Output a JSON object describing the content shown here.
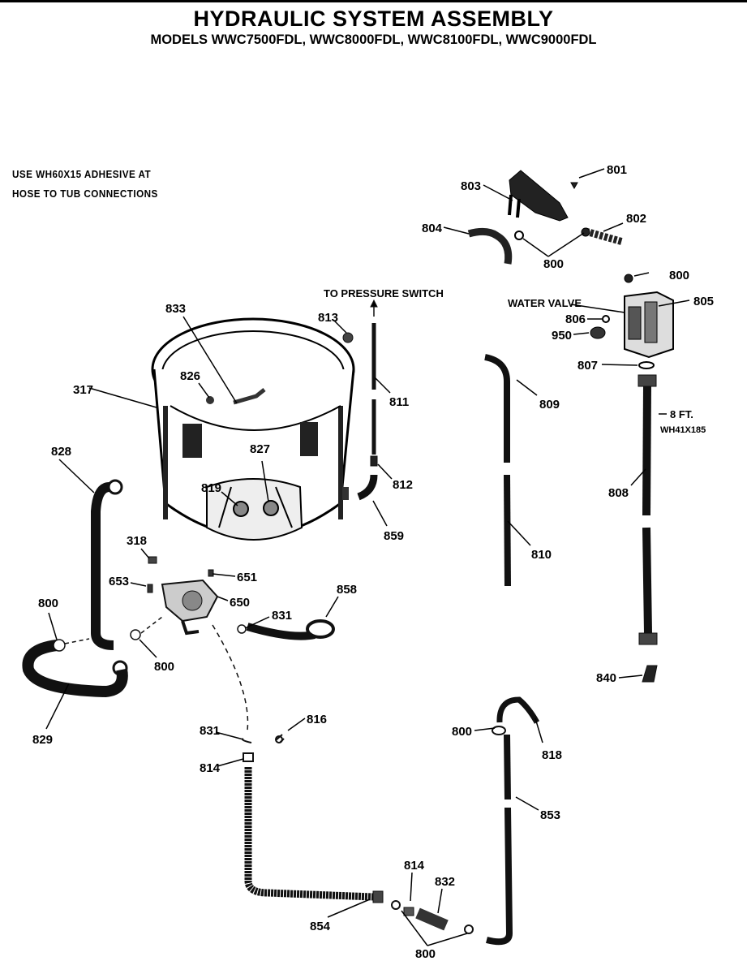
{
  "title": "HYDRAULIC SYSTEM ASSEMBLY",
  "subtitle": "MODELS WWC7500FDL, WWC8000FDL, WWC8100FDL, WWC9000FDL",
  "note": [
    "USE WH60X15 ADHESIVE AT",
    "HOSE TO TUB CONNECTIONS"
  ],
  "annotations": {
    "pressure_switch": "TO PRESSURE SWITCH",
    "water_valve": "WATER VALVE",
    "hose_length": "8 FT.",
    "hose_part": "WH41X185"
  },
  "parts": {
    "p801": "801",
    "p803": "803",
    "p802": "802",
    "p804": "804",
    "p800a": "800",
    "p800b": "800",
    "p805": "805",
    "p806": "806",
    "p950": "950",
    "p807": "807",
    "p809": "809",
    "p808": "808",
    "p810": "810",
    "p840": "840",
    "p833": "833",
    "p813": "813",
    "p826": "826",
    "p317": "317",
    "p811": "811",
    "p827": "827",
    "p828": "828",
    "p819": "819",
    "p812": "812",
    "p859": "859",
    "p318": "318",
    "p653": "653",
    "p651": "651",
    "p650": "650",
    "p858": "858",
    "p831a": "831",
    "p800c": "800",
    "p800d": "800",
    "p829": "829",
    "p831b": "831",
    "p816": "816",
    "p814a": "814",
    "p800e": "800",
    "p818": "818",
    "p853": "853",
    "p814b": "814",
    "p832": "832",
    "p854": "854",
    "p800f": "800"
  }
}
